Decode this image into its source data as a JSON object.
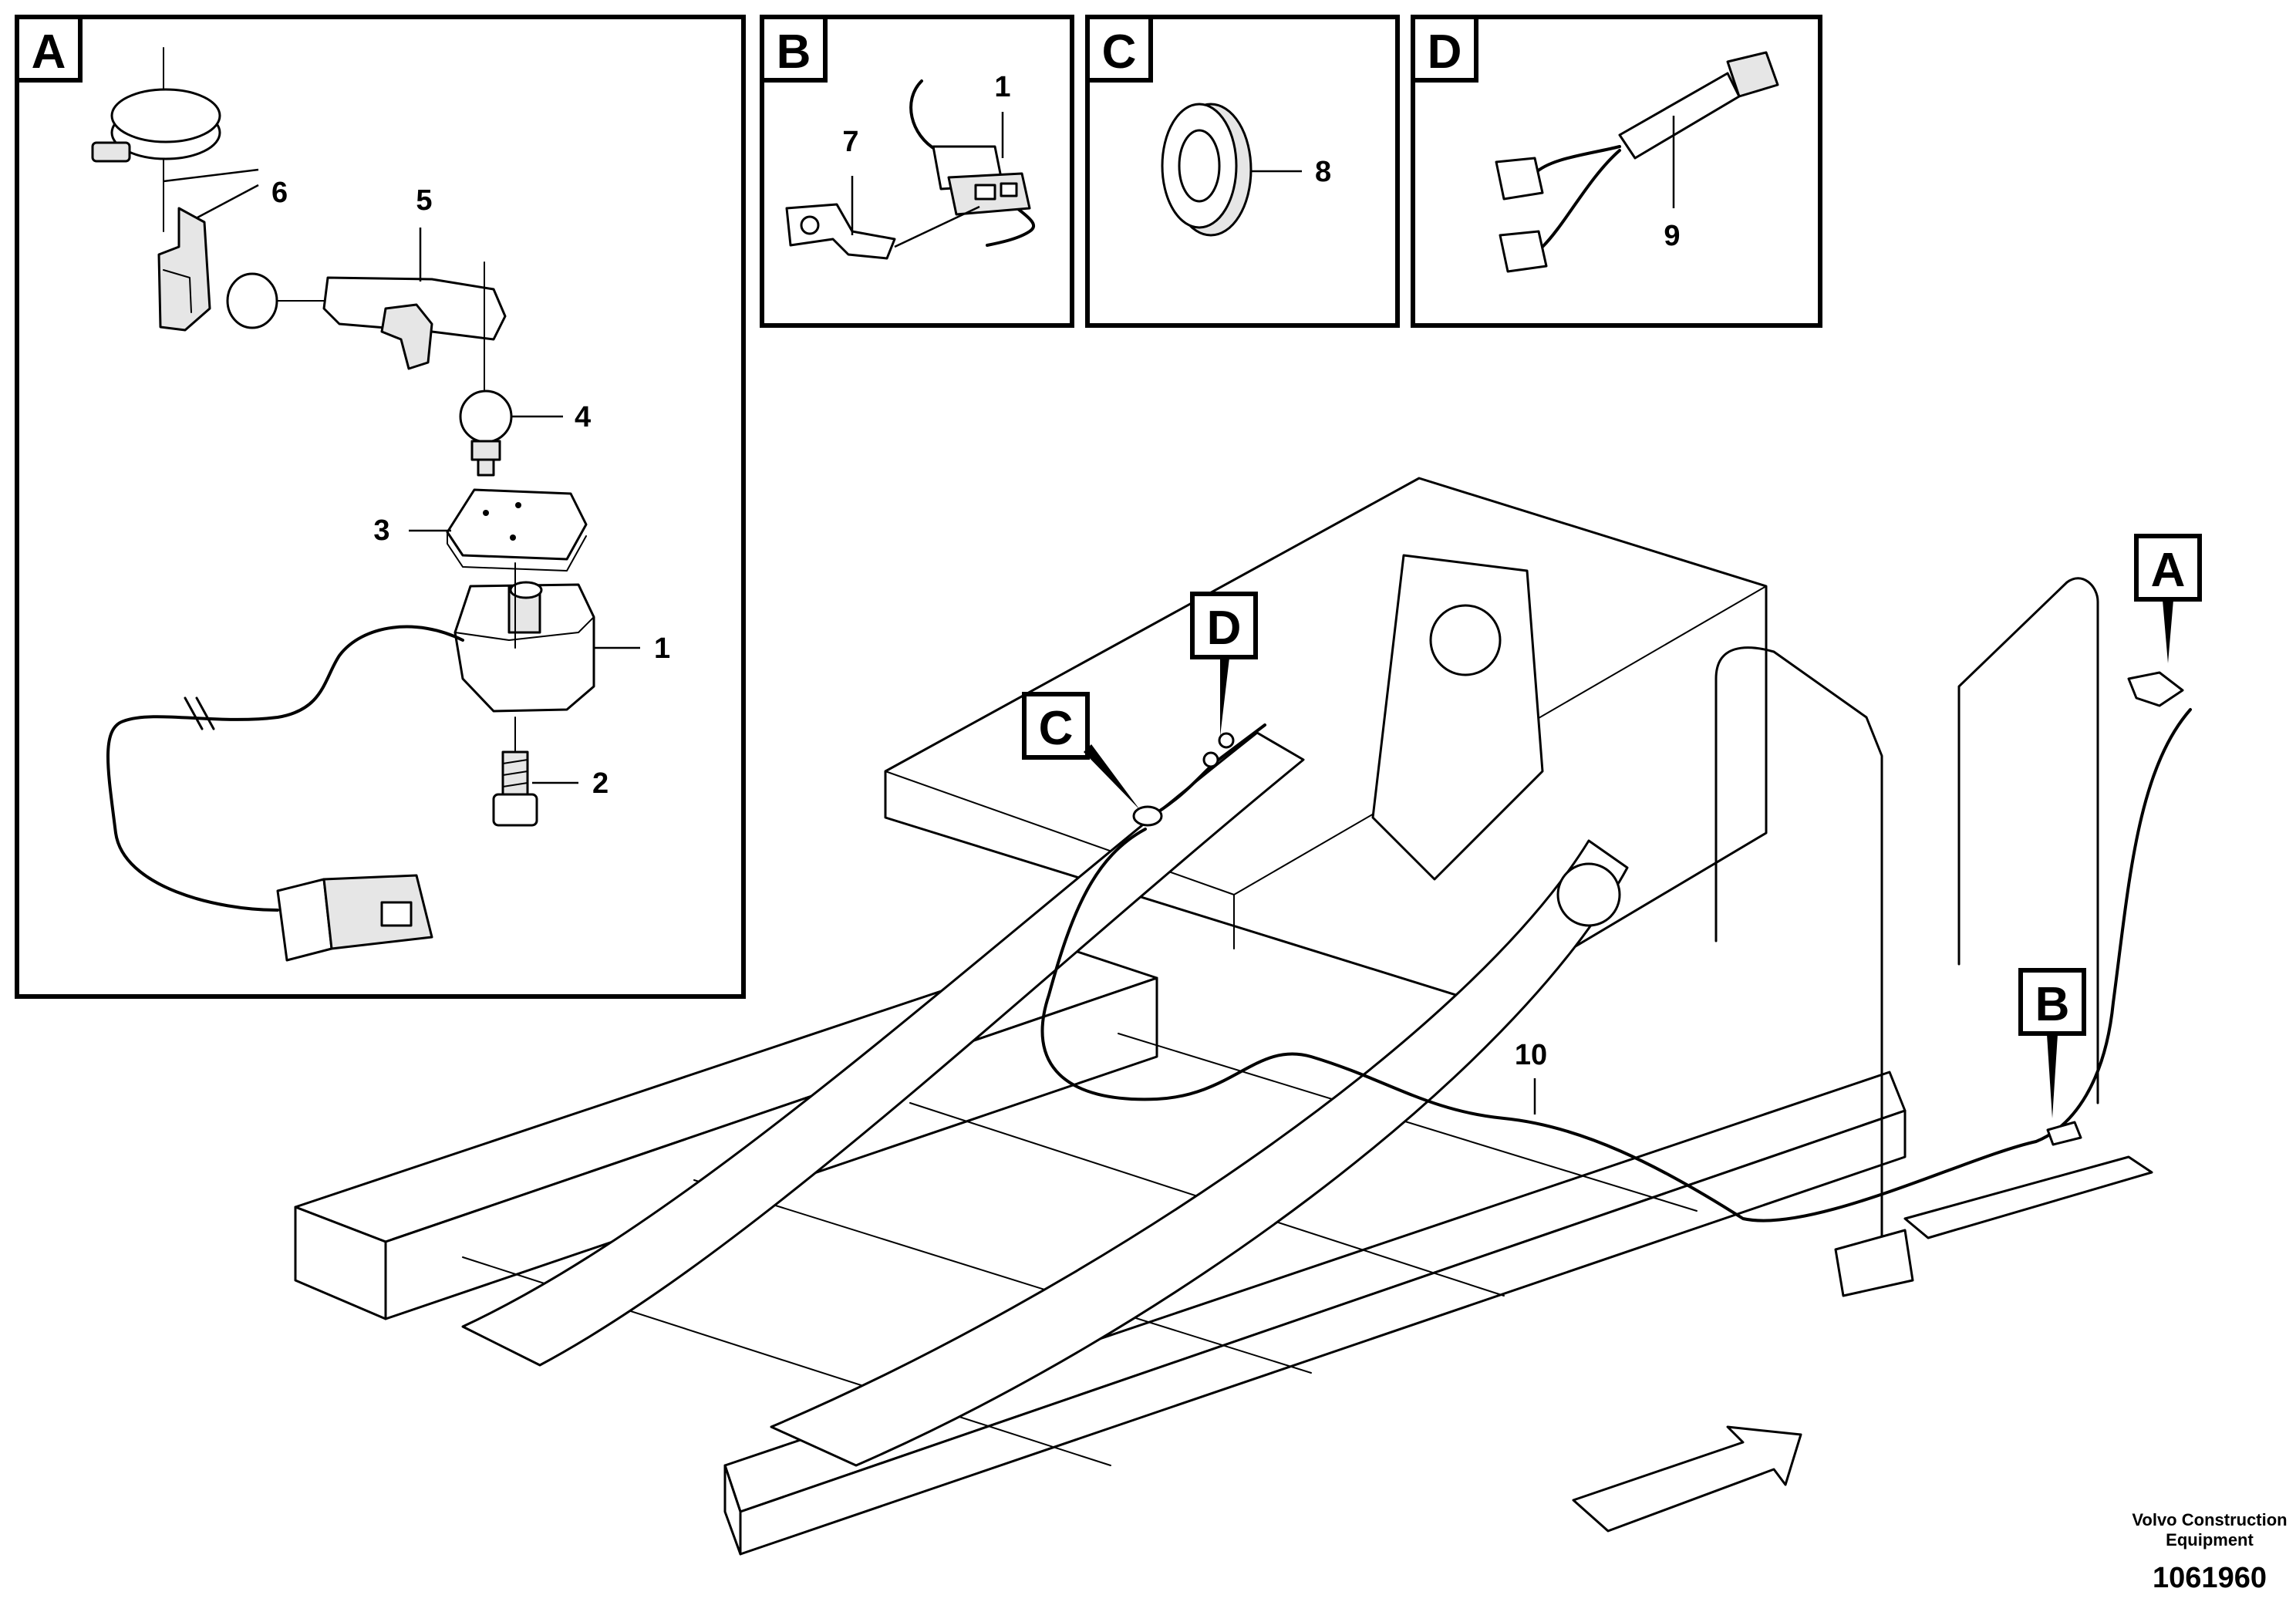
{
  "panels": [
    {
      "letter": "A",
      "callouts": [
        "1",
        "2",
        "3",
        "4",
        "5",
        "6"
      ]
    },
    {
      "letter": "B",
      "callouts": [
        "1",
        "7"
      ]
    },
    {
      "letter": "C",
      "callouts": [
        "8"
      ]
    },
    {
      "letter": "D",
      "callouts": [
        "9"
      ]
    }
  ],
  "main_view": {
    "callouts": [
      "10"
    ],
    "detail_refs": [
      "A",
      "B",
      "C",
      "D"
    ]
  },
  "footer": {
    "publisher_line1": "Volvo Construction",
    "publisher_line2": "Equipment",
    "document_number": "1061960"
  }
}
